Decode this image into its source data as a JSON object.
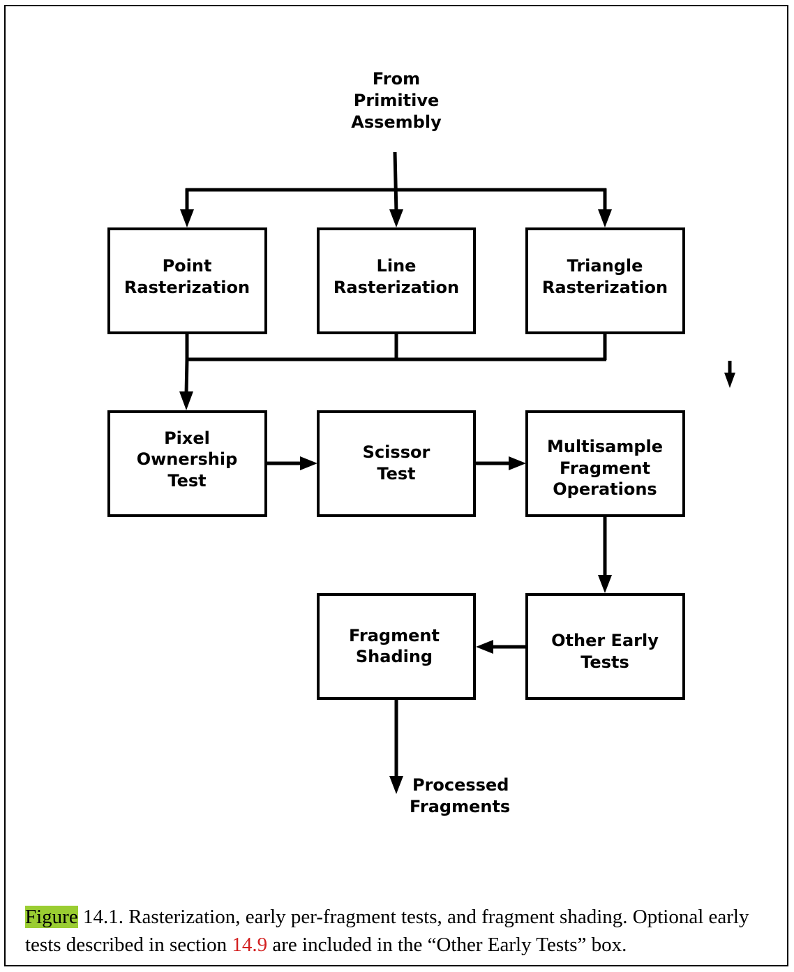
{
  "figure": {
    "input_label": [
      "From",
      "Primitive",
      "Assembly"
    ],
    "output_label": [
      "Processed",
      "Fragments"
    ],
    "nodes": {
      "point_raster": [
        "Point",
        "Rasterization"
      ],
      "line_raster": [
        "Line",
        "Rasterization"
      ],
      "triangle_raster": [
        "Triangle",
        "Rasterization"
      ],
      "pixel_ownership": [
        "Pixel",
        "Ownership",
        "Test"
      ],
      "scissor": [
        "Scissor",
        "Test"
      ],
      "multisample": [
        "Multisample",
        "Fragment",
        "Operations"
      ],
      "other_early": [
        "Other Early",
        "Tests"
      ],
      "fragment_shading": [
        "Fragment",
        "Shading"
      ]
    }
  },
  "caption": {
    "highlight_word": "Figure",
    "part1": " 14.1. Rasterization, early per-fragment tests, and fragment shading. Optional early tests described in section ",
    "section_ref": "14.9",
    "part2": " are included in the “Other Early Tests” box.",
    "colors": {
      "highlight": "#9acd32",
      "ref": "#d32020"
    }
  }
}
